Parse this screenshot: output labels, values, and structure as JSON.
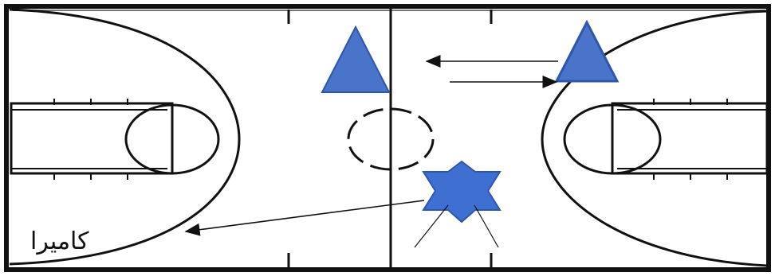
{
  "camera_label": "كاميرا",
  "colors": {
    "court_background": "#ffffff",
    "court_lines": "#111111",
    "player_fill": "#4a74c9",
    "player_stroke": "#2f56a7",
    "camera_fill": "#3f6fd1"
  },
  "players": [
    {
      "shape": "triangle",
      "role": "player-left"
    },
    {
      "shape": "triangle",
      "role": "player-right"
    }
  ],
  "camera": {
    "shape": "six-pointed-star"
  },
  "arrows": [
    {
      "direction": "left"
    },
    {
      "direction": "right"
    },
    {
      "direction": "toward-left-basket"
    }
  ]
}
